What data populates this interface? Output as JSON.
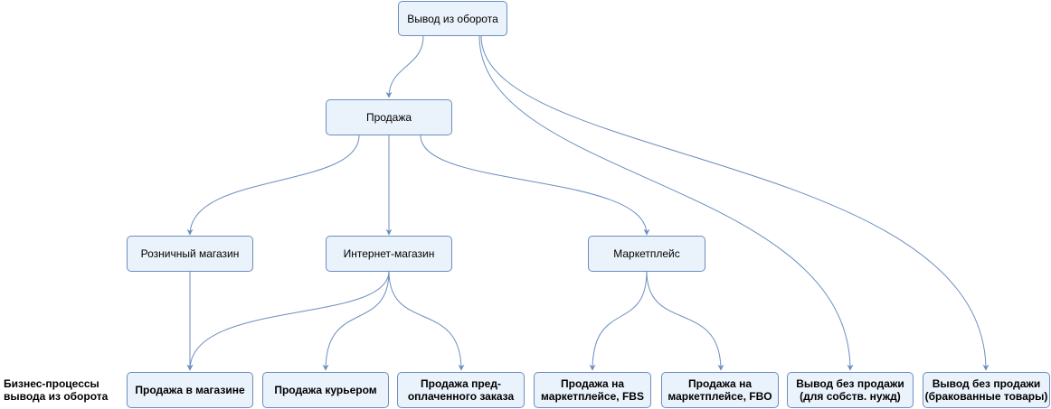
{
  "side_label": "Бизнес-процессы вывода из оборота",
  "nodes": {
    "root": "Вывод из оборота",
    "sale": "Продажа",
    "retail": "Розничный магазин",
    "online": "Интернет-магазин",
    "marketplace": "Маркетплейс",
    "store_sale": "Продажа в магазине",
    "courier_sale": "Продажа курьером",
    "prepaid_sale": "Продажа пред-\nоплаченного заказа",
    "fbs_sale": "Продажа на\nмаркетплейсе, FBS",
    "fbo_sale": "Продажа на\nмаркетплейсе, FBO",
    "own_needs": "Вывод без продажи\n(для собств. нужд)",
    "defective": "Вывод без продажи\n(бракованные товары)"
  },
  "colors": {
    "node_fill": "#eaf2fb",
    "node_stroke": "#6c8ebf",
    "edge": "#6c8ebf"
  }
}
